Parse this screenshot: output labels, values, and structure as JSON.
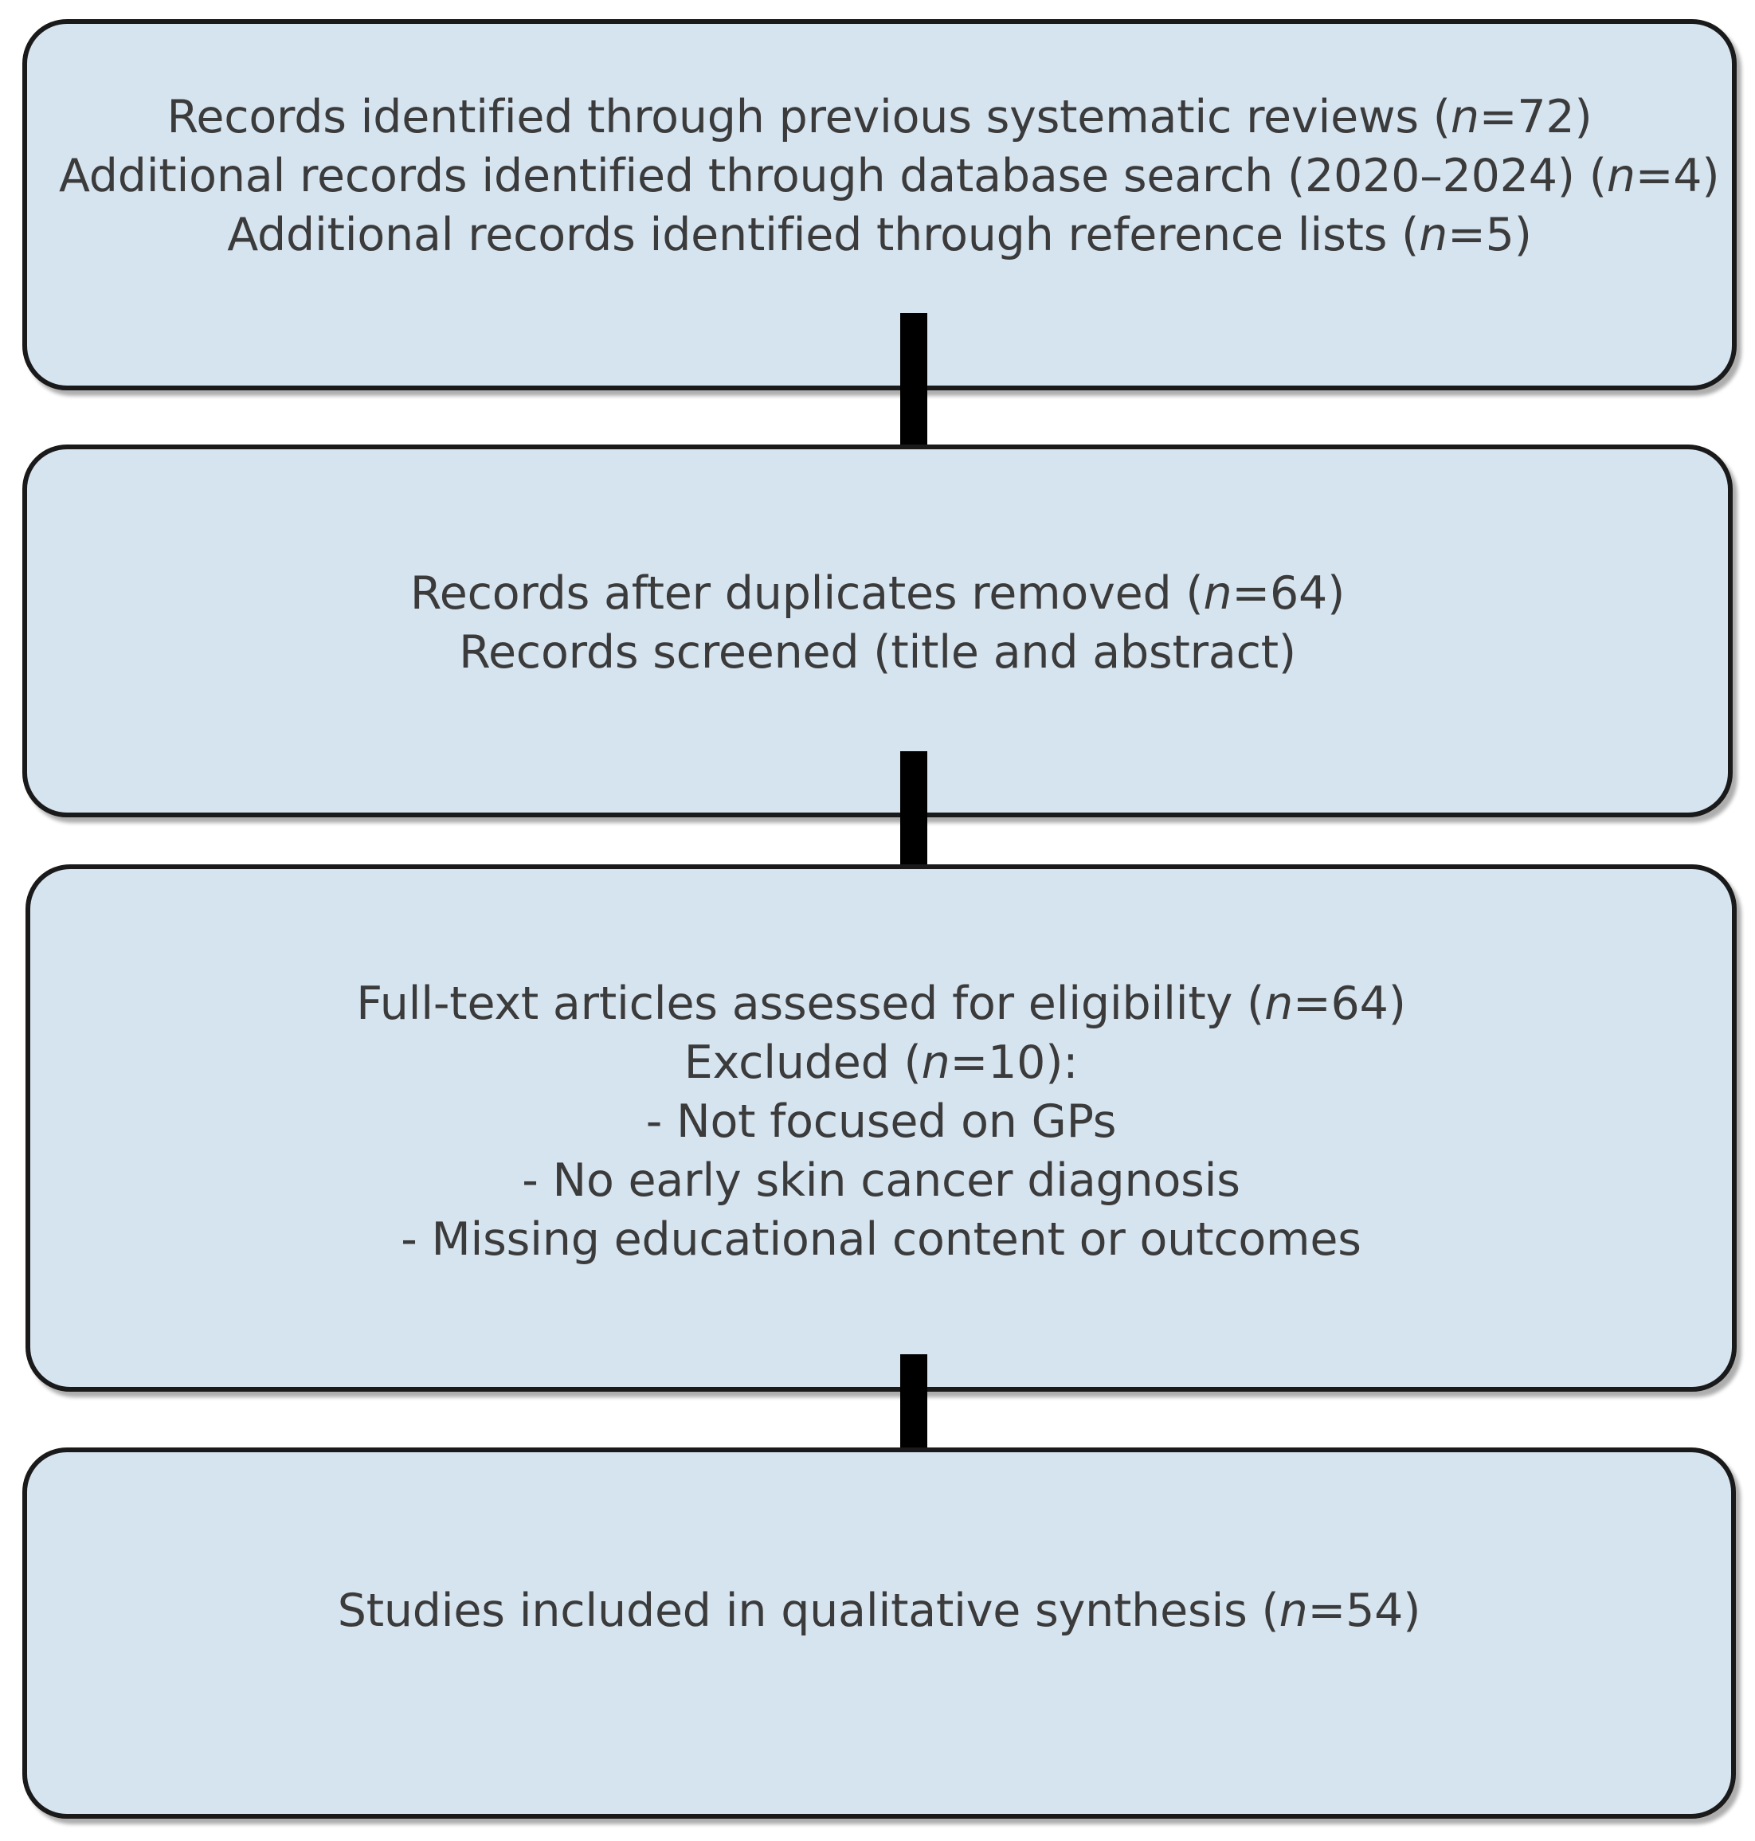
{
  "diagram": {
    "type": "prisma-flow-diagram",
    "colors": {
      "box_fill": "#d6e4f0",
      "box_border": "#1a1a1a",
      "text": "#3b3b3b",
      "arrow": "#000000",
      "background": "#ffffff"
    },
    "boxes": [
      {
        "id": "identification",
        "lines": [
          "Records identified through previous systematic reviews (",
          "Additional records identified through database search (2020–2024) (",
          "Additional records identified through reference lists ("
        ],
        "line1_pre": "Records identified through previous systematic reviews (",
        "line1_n": "n",
        "line1_post": "=72)",
        "line2_pre": "Additional records identified through database search (2020–2024) (",
        "line2_n": "n",
        "line2_post": "=4)",
        "line3_pre": "Additional records identified through reference lists (",
        "line3_n": "n",
        "line3_post": "=5)"
      },
      {
        "id": "screening",
        "line1_pre": "Records after duplicates removed (",
        "line1_n": "n",
        "line1_post": "=64)",
        "line2": "Records screened (title and abstract)"
      },
      {
        "id": "eligibility",
        "line1_pre": "Full-text articles assessed for eligibility (",
        "line1_n": "n",
        "line1_post": "=64)",
        "line2_pre": "Excluded (",
        "line2_n": "n",
        "line2_post": "=10):",
        "line3": "- Not focused on GPs",
        "line4": "- No early skin cancer diagnosis",
        "line5": "- Missing educational content or outcomes"
      },
      {
        "id": "included",
        "line1_pre": "Studies included in qualitative synthesis (",
        "line1_n": "n",
        "line1_post": "=54)"
      }
    ],
    "counts": {
      "previous_systematic_reviews": 72,
      "database_search": 4,
      "reference_lists": 5,
      "after_duplicates_removed": 64,
      "full_text_assessed": 64,
      "excluded": 10,
      "included_qualitative_synthesis": 54
    },
    "arrows": [
      {
        "id": "arrow-identification-to-screening"
      },
      {
        "id": "arrow-screening-to-eligibility"
      },
      {
        "id": "arrow-eligibility-to-included"
      }
    ]
  }
}
